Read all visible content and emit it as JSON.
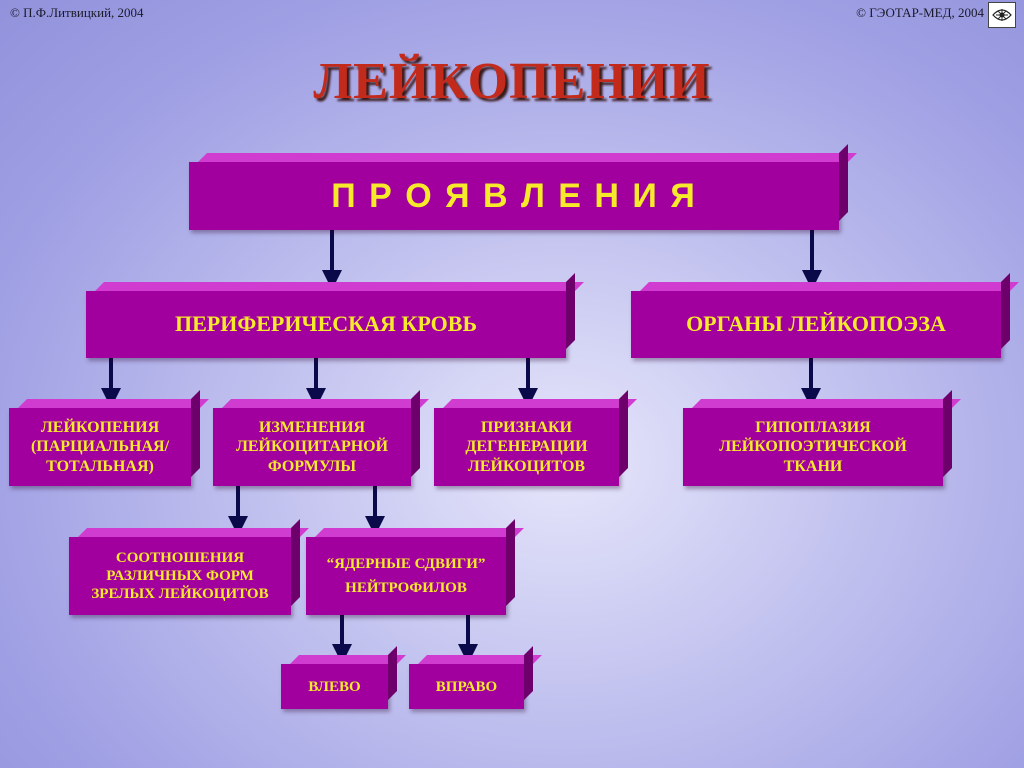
{
  "copyright_left": "© П.Ф.Литвицкий, 2004",
  "copyright_right": "© ГЭОТАР-МЕД, 2004",
  "title": "ЛЕЙКОПЕНИИ",
  "nodes": {
    "manifestations": "П Р О Я В Л Е Н И Я",
    "peripheral_blood": "ПЕРИФЕРИЧЕСКАЯ КРОВЬ",
    "leukopoiesis_organs": "ОРГАНЫ ЛЕЙКОПОЭЗА",
    "leukopenia": "ЛЕЙКОПЕНИЯ (ПАРЦИАЛЬНАЯ/ ТОТАЛЬНАЯ)",
    "formula_changes": "ИЗМЕНЕНИЯ ЛЕЙКОЦИТАРНОЙ ФОРМУЛЫ",
    "degeneration_signs": "ПРИЗНАКИ ДЕГЕНЕРАЦИИ ЛЕЙКОЦИТОВ",
    "hypoplasia": "ГИПОПЛАЗИЯ ЛЕЙКОПОЭТИЧЕСКОЙ ТКАНИ",
    "ratios": "СООТНОШЕНИЯ РАЗЛИЧНЫХ ФОРМ ЗРЕЛЫХ ЛЕЙКОЦИТОВ",
    "nuclear_shifts": "“ЯДЕРНЫЕ СДВИГИ” НЕЙТРОФИЛОВ",
    "left": "ВЛЕВО",
    "right": "ВПРАВО"
  },
  "colors": {
    "box": "#a1009e",
    "box_text": "#f6ea2a",
    "title": "#c22a1c",
    "arrow": "#0a0a4a"
  }
}
